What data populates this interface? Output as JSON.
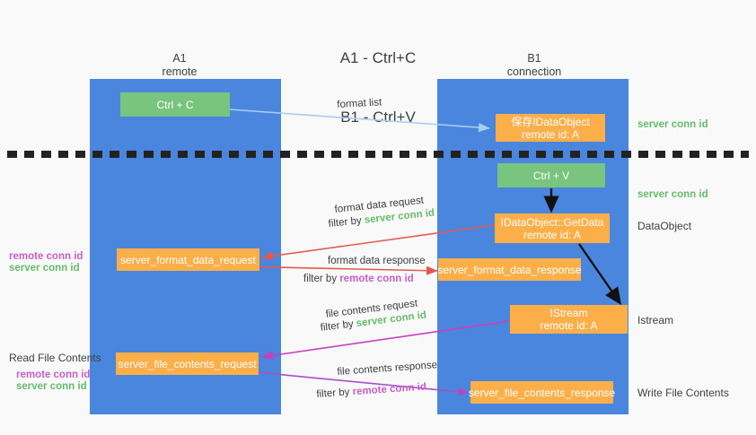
{
  "title": {
    "line1": "A1 - Ctrl+C",
    "line2": "B1 - Ctrl+V"
  },
  "lanes": [
    {
      "id": "a1",
      "name": "A1",
      "role": "remote"
    },
    {
      "id": "b1",
      "name": "B1",
      "role": "connection"
    }
  ],
  "nodes": {
    "ctrl_c": {
      "line1": "Ctrl + C",
      "line2": "",
      "color": "#79c47e"
    },
    "save_idataobject": {
      "line1": "保存IDataObject",
      "line2": "remote id: A",
      "color": "#fcaf49"
    },
    "ctrl_v": {
      "line1": "Ctrl + V",
      "line2": "",
      "color": "#79c47e"
    },
    "idataobject_getdata": {
      "line1": "IDataObject::GetData",
      "line2": "remote id: A",
      "color": "#fcaf49"
    },
    "server_format_data_request": {
      "line1": "server_format_data_request",
      "line2": "",
      "color": "#fcaf49"
    },
    "server_format_data_response": {
      "line1": "server_format_data_response",
      "line2": "",
      "color": "#fcaf49"
    },
    "istream": {
      "line1": "IStream",
      "line2": "remote id: A",
      "color": "#fcaf49"
    },
    "server_file_contents_request": {
      "line1": "server_file_contents_request",
      "line2": "",
      "color": "#fcaf49"
    },
    "server_file_contents_response": {
      "line1": "server_file_contents_response",
      "line2": "",
      "color": "#fcaf49"
    }
  },
  "edge_labels": {
    "format_list": {
      "text": "format list"
    },
    "format_data_request": {
      "text": "format data request"
    },
    "format_data_request_filter": {
      "prefix": "filter by ",
      "token": "server conn id",
      "token_color": "#66bb6a"
    },
    "format_data_response": {
      "text": "format data response"
    },
    "format_data_response_filter": {
      "prefix": "filter by ",
      "token": "remote conn id",
      "token_color": "#c65fc6"
    },
    "file_contents_request": {
      "text": "file contents request"
    },
    "file_contents_request_filter": {
      "prefix": "filter by ",
      "token": "server conn id",
      "token_color": "#66bb6a"
    },
    "file_contents_response": {
      "text": "file contents response"
    },
    "file_contents_response_filter": {
      "prefix": "filter by ",
      "token": "remote conn id",
      "token_color": "#c65fc6"
    }
  },
  "annotations": {
    "right_server_conn_id_top": {
      "text": "server conn id",
      "color": "#66bb6a"
    },
    "right_server_conn_id_mid": {
      "text": "server conn id",
      "color": "#66bb6a"
    },
    "right_dataobject": {
      "text": "DataObject",
      "color": "#3c4043"
    },
    "right_istream": {
      "text": "Istream",
      "color": "#3c4043"
    },
    "right_write_file_contents": {
      "text": "Write File Contents",
      "color": "#3c4043"
    },
    "left_remote_conn_id_mid": {
      "text": "remote conn id",
      "color": "#c65fc6"
    },
    "left_server_conn_id_mid": {
      "text": "server conn id",
      "color": "#66bb6a"
    },
    "left_read_file_contents": {
      "text": "Read File Contents",
      "color": "#3c4043"
    },
    "left_remote_conn_id_bot": {
      "text": "remote conn id",
      "color": "#c65fc6"
    },
    "left_server_conn_id_bot": {
      "text": "server conn id",
      "color": "#66bb6a"
    }
  },
  "colors": {
    "lane": "#4a86dd",
    "green_node": "#79c47e",
    "orange_node": "#fcaf49",
    "arrow_light_blue": "#a9cdf0",
    "arrow_red": "#e05a52",
    "arrow_magenta": "#c93fbf",
    "arrow_purple": "#a84fc9",
    "arrow_black": "#111111",
    "divider": "#222222",
    "background": "#f9f9f9"
  }
}
